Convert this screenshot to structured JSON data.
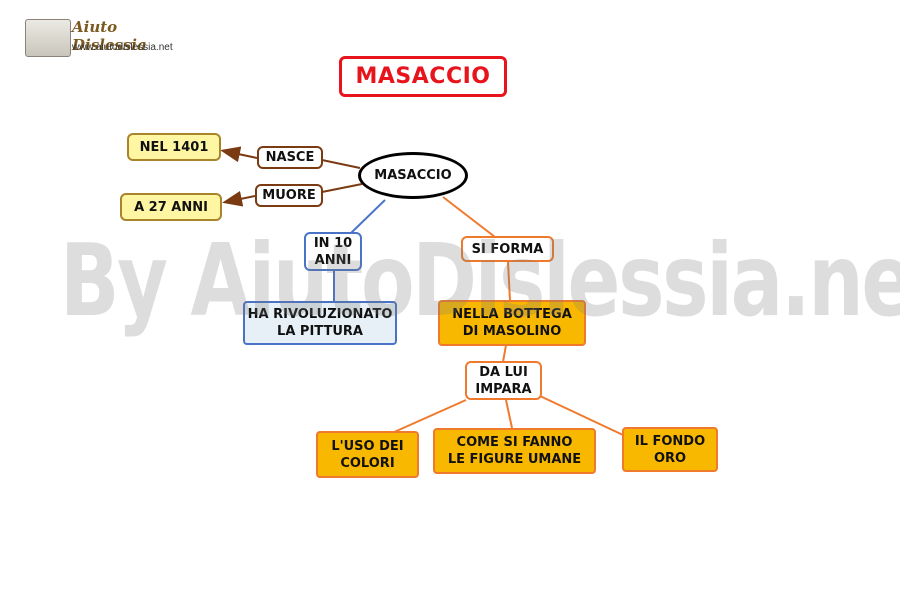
{
  "logo": {
    "name": "Aiuto Dislessia",
    "url": "www.aiutodislessia.net"
  },
  "title": "MASACCIO",
  "watermark": "By AiutoDislessia.net",
  "nodes": {
    "center": "MASACCIO",
    "nasce": "NASCE",
    "nel_1401": "NEL 1401",
    "muore": "MUORE",
    "a_27_anni": "A 27 ANNI",
    "in_10_anni": "IN 10\nANNI",
    "ha_rivoluzionato": "HA RIVOLUZIONATO\nLA PITTURA",
    "si_forma": "SI FORMA",
    "nella_bottega": "NELLA BOTTEGA\nDI MASOLINO",
    "da_lui_impara": "DA LUI\nIMPARA",
    "uso_colori": "L'USO DEI\nCOLORI",
    "figure_umane": "COME SI FANNO\nLE FIGURE UMANE",
    "fondo_oro": "IL FONDO\nORO"
  },
  "colors": {
    "title_red": "#e8141b",
    "brown": "#7a3b12",
    "orange": "#ef7a2d",
    "gold_fill": "#f9b800",
    "blue": "#4a73c8",
    "yellow_fill": "#fff6a3"
  }
}
